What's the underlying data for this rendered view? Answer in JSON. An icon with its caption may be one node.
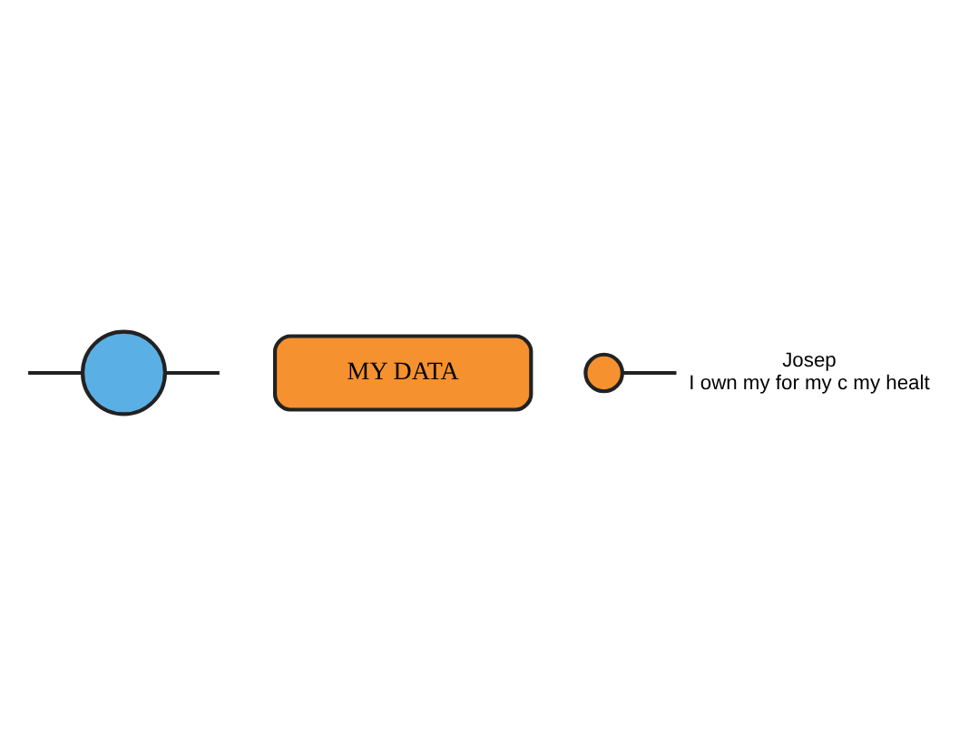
{
  "diagram": {
    "nodes": [
      {
        "text": [],
        "shape": "circle"
      },
      {
        "text": [
          "MY DATA"
        ]
      },
      {
        "text": [],
        "shape": "circle"
      },
      {
        "text": [
          "Josep",
          "I own my for my c my healt"
        ]
      }
    ],
    "edges": [
      {
        "from": null,
        "to": 0,
        "arrow": "none"
      },
      {
        "from": 0,
        "to": null,
        "arrow": "none"
      },
      {
        "from": 2,
        "to": 3,
        "arrow": "none"
      }
    ]
  }
}
